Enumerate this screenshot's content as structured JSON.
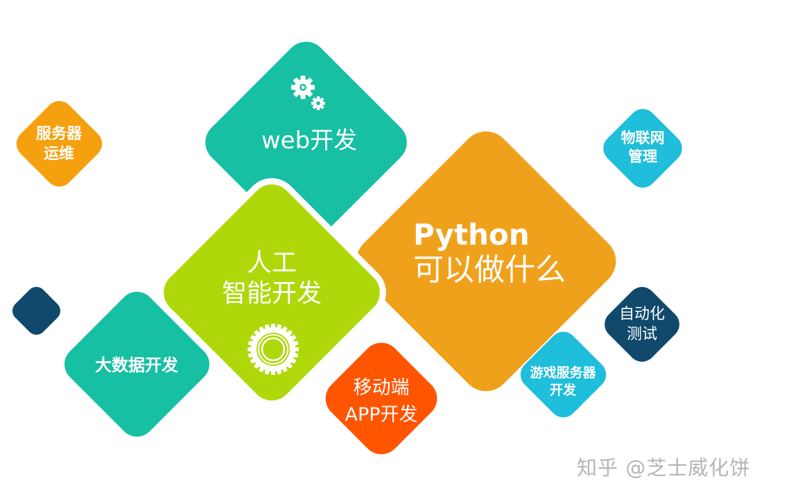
{
  "title": {
    "line1": "Python",
    "line2": "可以做什么"
  },
  "tiles": {
    "server_ops": {
      "line1": "服务器",
      "line2": "运维",
      "color": "#F5A00E"
    },
    "web": {
      "label": "web开发",
      "color": "#17BFA3",
      "icon": "gears-icon"
    },
    "iot": {
      "line1": "物联网",
      "line2": "管理",
      "color": "#1FBEDA"
    },
    "ai": {
      "line1": "人工",
      "line2": "智能开发",
      "color": "#AED80A",
      "icon": "gear-ring-icon"
    },
    "python_center": {
      "color": "#F0A11C"
    },
    "big_data": {
      "label": "大数据开发",
      "color": "#17BFA3"
    },
    "dark_dot": {
      "color": "#10496B"
    },
    "mobile": {
      "line1": "移动端",
      "line2": "APP开发",
      "color": "#FF5400"
    },
    "automation": {
      "line1": "自动化",
      "line2": "测试",
      "color": "#10496B"
    },
    "game_server": {
      "line1": "游戏服务器",
      "line2": "开发",
      "color": "#1FBEDA"
    }
  },
  "watermark": "知乎 @芝士威化饼"
}
